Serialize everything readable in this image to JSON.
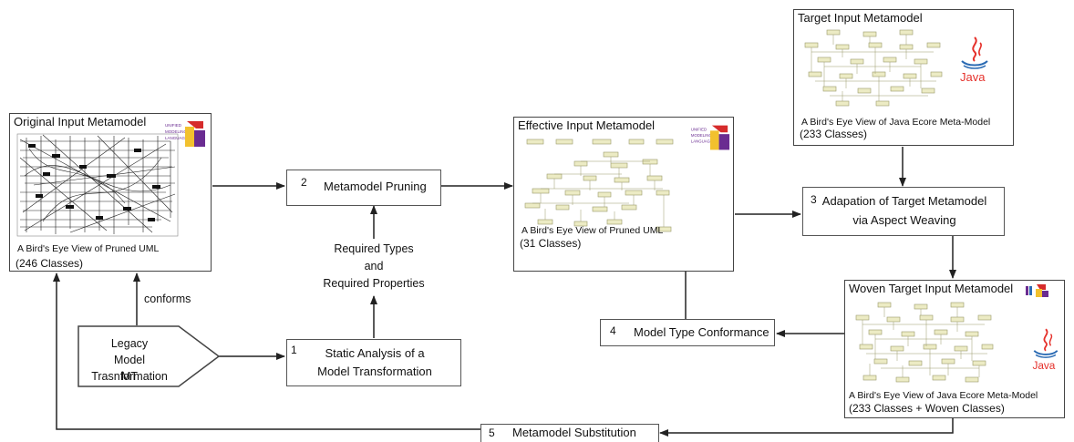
{
  "panels": {
    "original": {
      "title": "Original Input Metamodel",
      "caption": "A Bird's Eye View of Pruned UML",
      "count": "(246 Classes)",
      "logo": "uml-logo"
    },
    "effective": {
      "title": "Effective  Input Metamodel",
      "caption": "A Bird's Eye View of Pruned UML",
      "count": "(31 Classes)",
      "logo": "uml-logo"
    },
    "target": {
      "title": "Target Input Metamodel",
      "caption": "A Bird's Eye View of Java Ecore Meta-Model",
      "count": "(233 Classes)",
      "logo": "java-logo"
    },
    "woven": {
      "title": "Woven Target Input Metamodel",
      "caption": "A Bird's Eye View of Java Ecore Meta-Model",
      "count": "(233 Classes + Woven Classes)",
      "logo": "java-logo"
    }
  },
  "steps": {
    "s1": {
      "num": "1",
      "line1": "Static Analysis of a",
      "line2": "Model Transformation"
    },
    "s2": {
      "num": "2",
      "label": "Metamodel Pruning"
    },
    "s3": {
      "num": "3",
      "line1": "Adapation of Target Metamodel",
      "line2": "via Aspect Weaving"
    },
    "s4": {
      "num": "4",
      "label": "Model Type Conformance"
    },
    "s5": {
      "num": "5",
      "label": "Metamodel Substitution"
    }
  },
  "legacy": {
    "line1": "Legacy",
    "line2": "Model Trasnformation",
    "line3": "MT"
  },
  "edges": {
    "conforms": "conforms",
    "required_line1": "Required Types",
    "required_line2": "and",
    "required_line3": "Required Properties"
  },
  "colors": {
    "uml_red": "#d62b2b",
    "uml_purple": "#6a2c91",
    "uml_yellow": "#f2c12e",
    "java_red": "#e5312b",
    "java_blue": "#2a6ab3",
    "class_box": "#ecebc4"
  }
}
